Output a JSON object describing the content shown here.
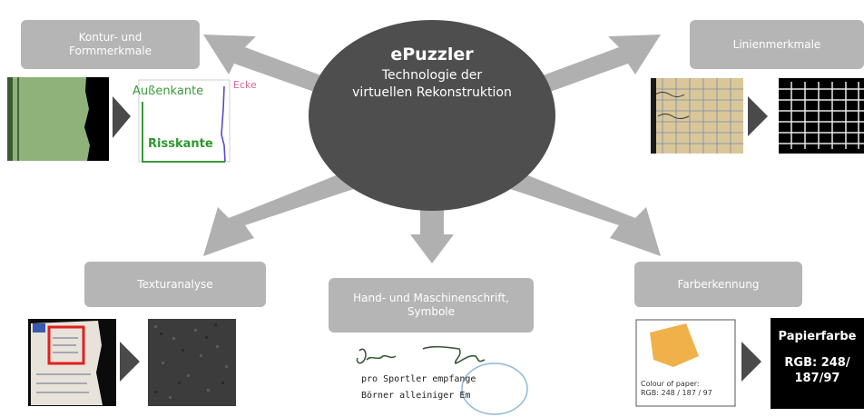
{
  "hub": {
    "title": "ePuzzler",
    "subtitle_line1": "Technologie der",
    "subtitle_line2": "virtuellen Rekonstruktion"
  },
  "boxes": {
    "contour": {
      "line1": "Kontur- und",
      "line2": "Formmerkmale"
    },
    "lines": {
      "label": "Linienmerkmale"
    },
    "texture": {
      "label": "Texturanalyse"
    },
    "writing": {
      "line1": "Hand- und Maschinenschrift,",
      "line2": "Symbole"
    },
    "color": {
      "label": "Farberkennung"
    }
  },
  "contour_sketch": {
    "outer_edge": "Außenkante",
    "corner": "Ecke",
    "tear_edge": "Risskante"
  },
  "writing_sample": {
    "line1": "pro Sportler empfange",
    "line2": "Börner alleiniger Em"
  },
  "color_sample": {
    "caption_line1": "Colour of paper:",
    "caption_line2": "RGB: 248 / 187 / 97"
  },
  "color_result": {
    "title": "Papierfarbe",
    "value_line1": "RGB: 248/",
    "value_line2": "187/97"
  },
  "colors": {
    "box_grey": "#b5b5b5",
    "hub": "#4e4e4e",
    "arrow_grey": "#b0b0b0",
    "paper_orange": "#f0b14a",
    "outer_edge_green": "#3a9a3a",
    "tear_edge_green": "#2c9a2c",
    "corner_pink": "#d06a9a"
  },
  "icons": [
    "arrow-icon",
    "triangle-pointer-icon",
    "paper-fragment-icon",
    "grid-icon",
    "signature-icon",
    "stamp-icon"
  ]
}
